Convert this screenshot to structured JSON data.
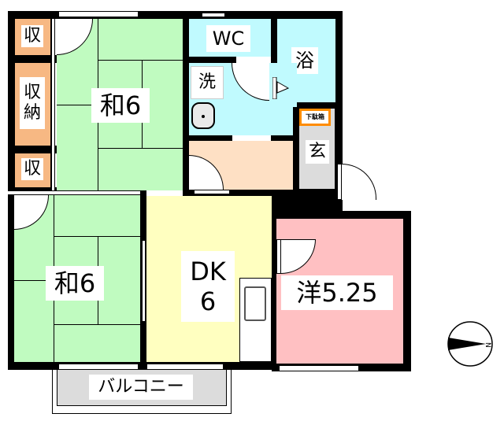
{
  "floorplan": {
    "rooms": {
      "closet_top": {
        "label": "収",
        "color": "#f7b883"
      },
      "closet_mid": {
        "label": "収\n納",
        "line1": "収",
        "line2": "納",
        "color": "#f7b883"
      },
      "closet_bottom": {
        "label": "収",
        "color": "#f7b883"
      },
      "washitsu_upper": {
        "label": "和6",
        "color": "#c0fbc0"
      },
      "washitsu_lower": {
        "label": "和6",
        "color": "#c0fbc0"
      },
      "wc": {
        "label": "WC",
        "color": "#c0fafe"
      },
      "bath": {
        "label": "浴",
        "color": "#c0fafe"
      },
      "washroom": {
        "label": "洗",
        "color": "#c0fafe"
      },
      "hallway": {
        "label": "",
        "color": "#fee0c4"
      },
      "shoe_box": {
        "label": "下駄箱",
        "color": "#ff8c00"
      },
      "entrance": {
        "label": "玄",
        "color": "#dcdcdc"
      },
      "dk": {
        "label_line1": "DK",
        "label_line2": "6",
        "color": "#ffffc0"
      },
      "yoshitsu": {
        "label": "洋5.25",
        "color": "#ffc0c2"
      },
      "balcony": {
        "label": "バルコニー",
        "color": "#dcdcdc"
      }
    },
    "compass": {
      "direction_label": "N",
      "icon": "north-arrow-icon"
    }
  }
}
